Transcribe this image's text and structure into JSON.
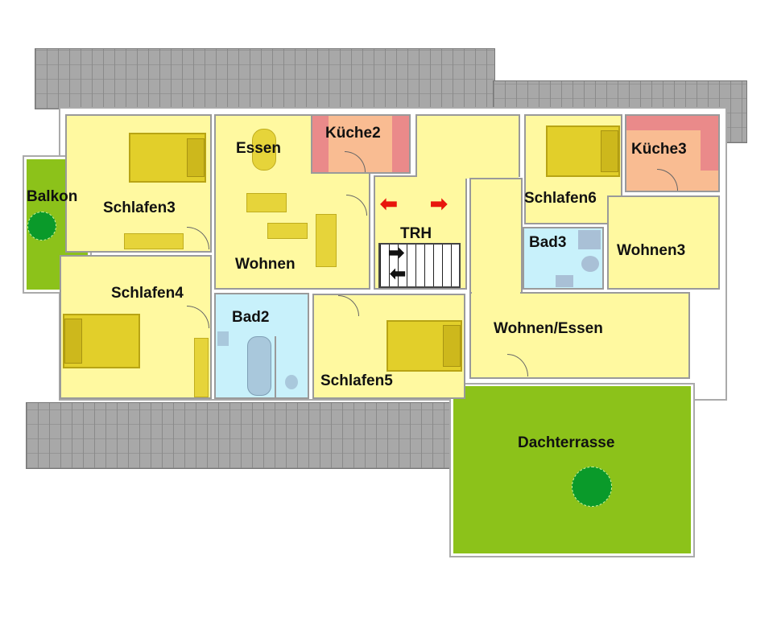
{
  "rooms": {
    "balkon": "Balkon",
    "schlafen3": "Schlafen3",
    "essen": "Essen",
    "kueche2": "Küche2",
    "wohnen": "Wohnen",
    "schlafen4": "Schlafen4",
    "bad2": "Bad2",
    "schlafen5": "Schlafen5",
    "trh": "TRH",
    "schlafen6": "Schlafen6",
    "kueche3": "Küche3",
    "bad3": "Bad3",
    "wohnen3": "Wohnen3",
    "wohnen_essen": "Wohnen/Essen",
    "dachterrasse": "Dachterrasse"
  },
  "colors": {
    "room": "#fff9a0",
    "bath": "#c8f1fb",
    "kitchen": "#f9bc92",
    "terrace": "#8cc21a",
    "arrow": "#e8160c",
    "roof": "#a8a8a8"
  }
}
